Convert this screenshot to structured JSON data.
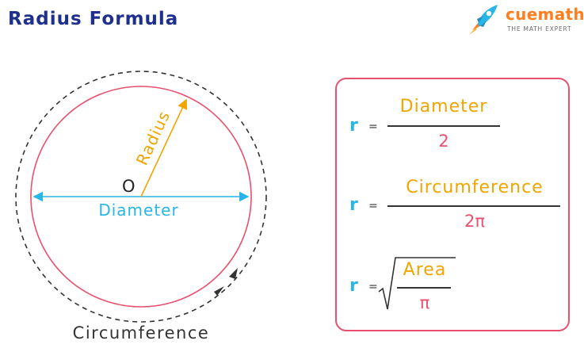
{
  "header": {
    "title": "Radius Formula"
  },
  "brand": {
    "name": "cuemath",
    "tagline": "THE MATH EXPERT",
    "logo_icon": "rocket-icon",
    "logo_color": "#ff7f20",
    "rocket_color": "#28b6e6"
  },
  "circle": {
    "center_label": "O",
    "radius_label": "Radius",
    "diameter_label": "Diameter",
    "caption": "Circumference",
    "colors": {
      "circle": "#e8506e",
      "radius": "#f0a500",
      "diameter": "#28b6e6",
      "circumference": "#333333"
    }
  },
  "formulas": [
    {
      "variable": "r",
      "equals": "=",
      "numerator": "Diameter",
      "denominator": "2"
    },
    {
      "variable": "r",
      "equals": "=",
      "numerator": "Circumference",
      "denominator": "2π"
    },
    {
      "variable": "r",
      "equals": "=",
      "numerator": "Area",
      "denominator": "π",
      "root": true
    }
  ],
  "colors": {
    "title": "#1f2f8c",
    "box_border": "#e8506e",
    "variable": "#28b6e6",
    "numerator": "#f0a500",
    "denominator": "#e8506e"
  }
}
